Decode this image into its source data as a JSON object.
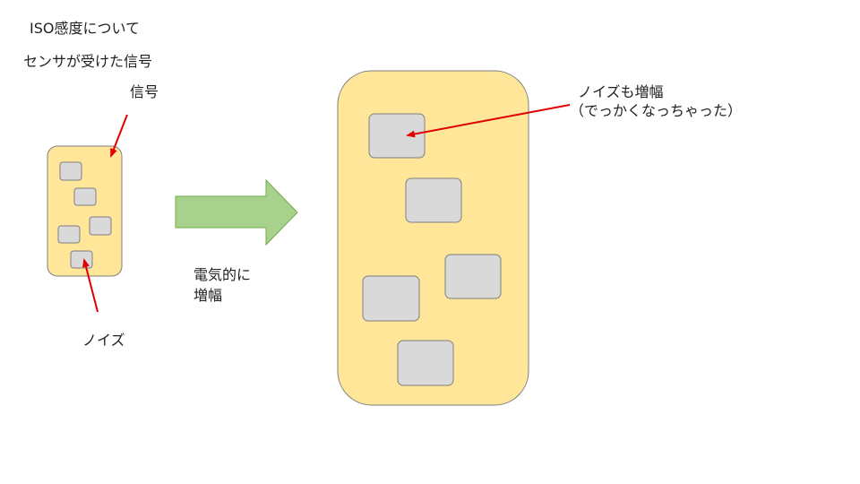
{
  "slide": {
    "title": "ISO感度について",
    "subtitle": "センサが受けた信号"
  },
  "labels": {
    "signal": "信号",
    "noise": "ノイズ",
    "amplify_line1": "電気的に",
    "amplify_line2": "増幅",
    "noise_amplified_line1": "ノイズも増幅",
    "noise_amplified_line2": "（でっかくなっちゃった）"
  },
  "colors": {
    "sensor_fill": "#ffe699",
    "noise_fill": "#d9d9d9",
    "outline": "#7f7f7f",
    "arrow_fill": "#a9d18e",
    "arrow_stroke": "#70ad47",
    "pointer_red": "#e00000"
  }
}
